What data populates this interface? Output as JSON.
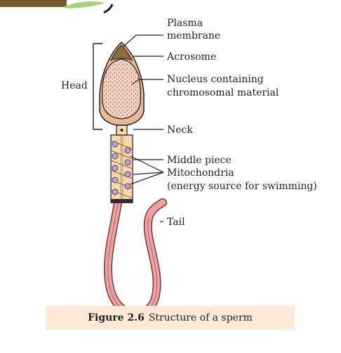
{
  "labels": {
    "plasma_membrane_1": "Plasma",
    "plasma_membrane_2": "membrane",
    "acrosome": "Acrosome",
    "nucleus_1": "Nucleus containing",
    "nucleus_2": "chromosomal material",
    "head": "Head",
    "neck": "Neck",
    "middle_piece": "Middle piece",
    "mitochondria_1": "Mitochondria",
    "mitochondria_2": "(energy source for swimming)",
    "tail": "Tail"
  },
  "caption": {
    "number": "Figure 2.6",
    "text": "Structure of a sperm"
  },
  "colors": {
    "nucleus_fill": "#f3cfc0",
    "acrosome_fill": "#8a6a3f",
    "head_fill": "#e9b79a",
    "midpiece_fill": "#f6d8ae",
    "mitochondria_fill": "#b9a6c6",
    "tail_fill": "#eaa2a2",
    "caption_bg": "#fde9d7"
  }
}
